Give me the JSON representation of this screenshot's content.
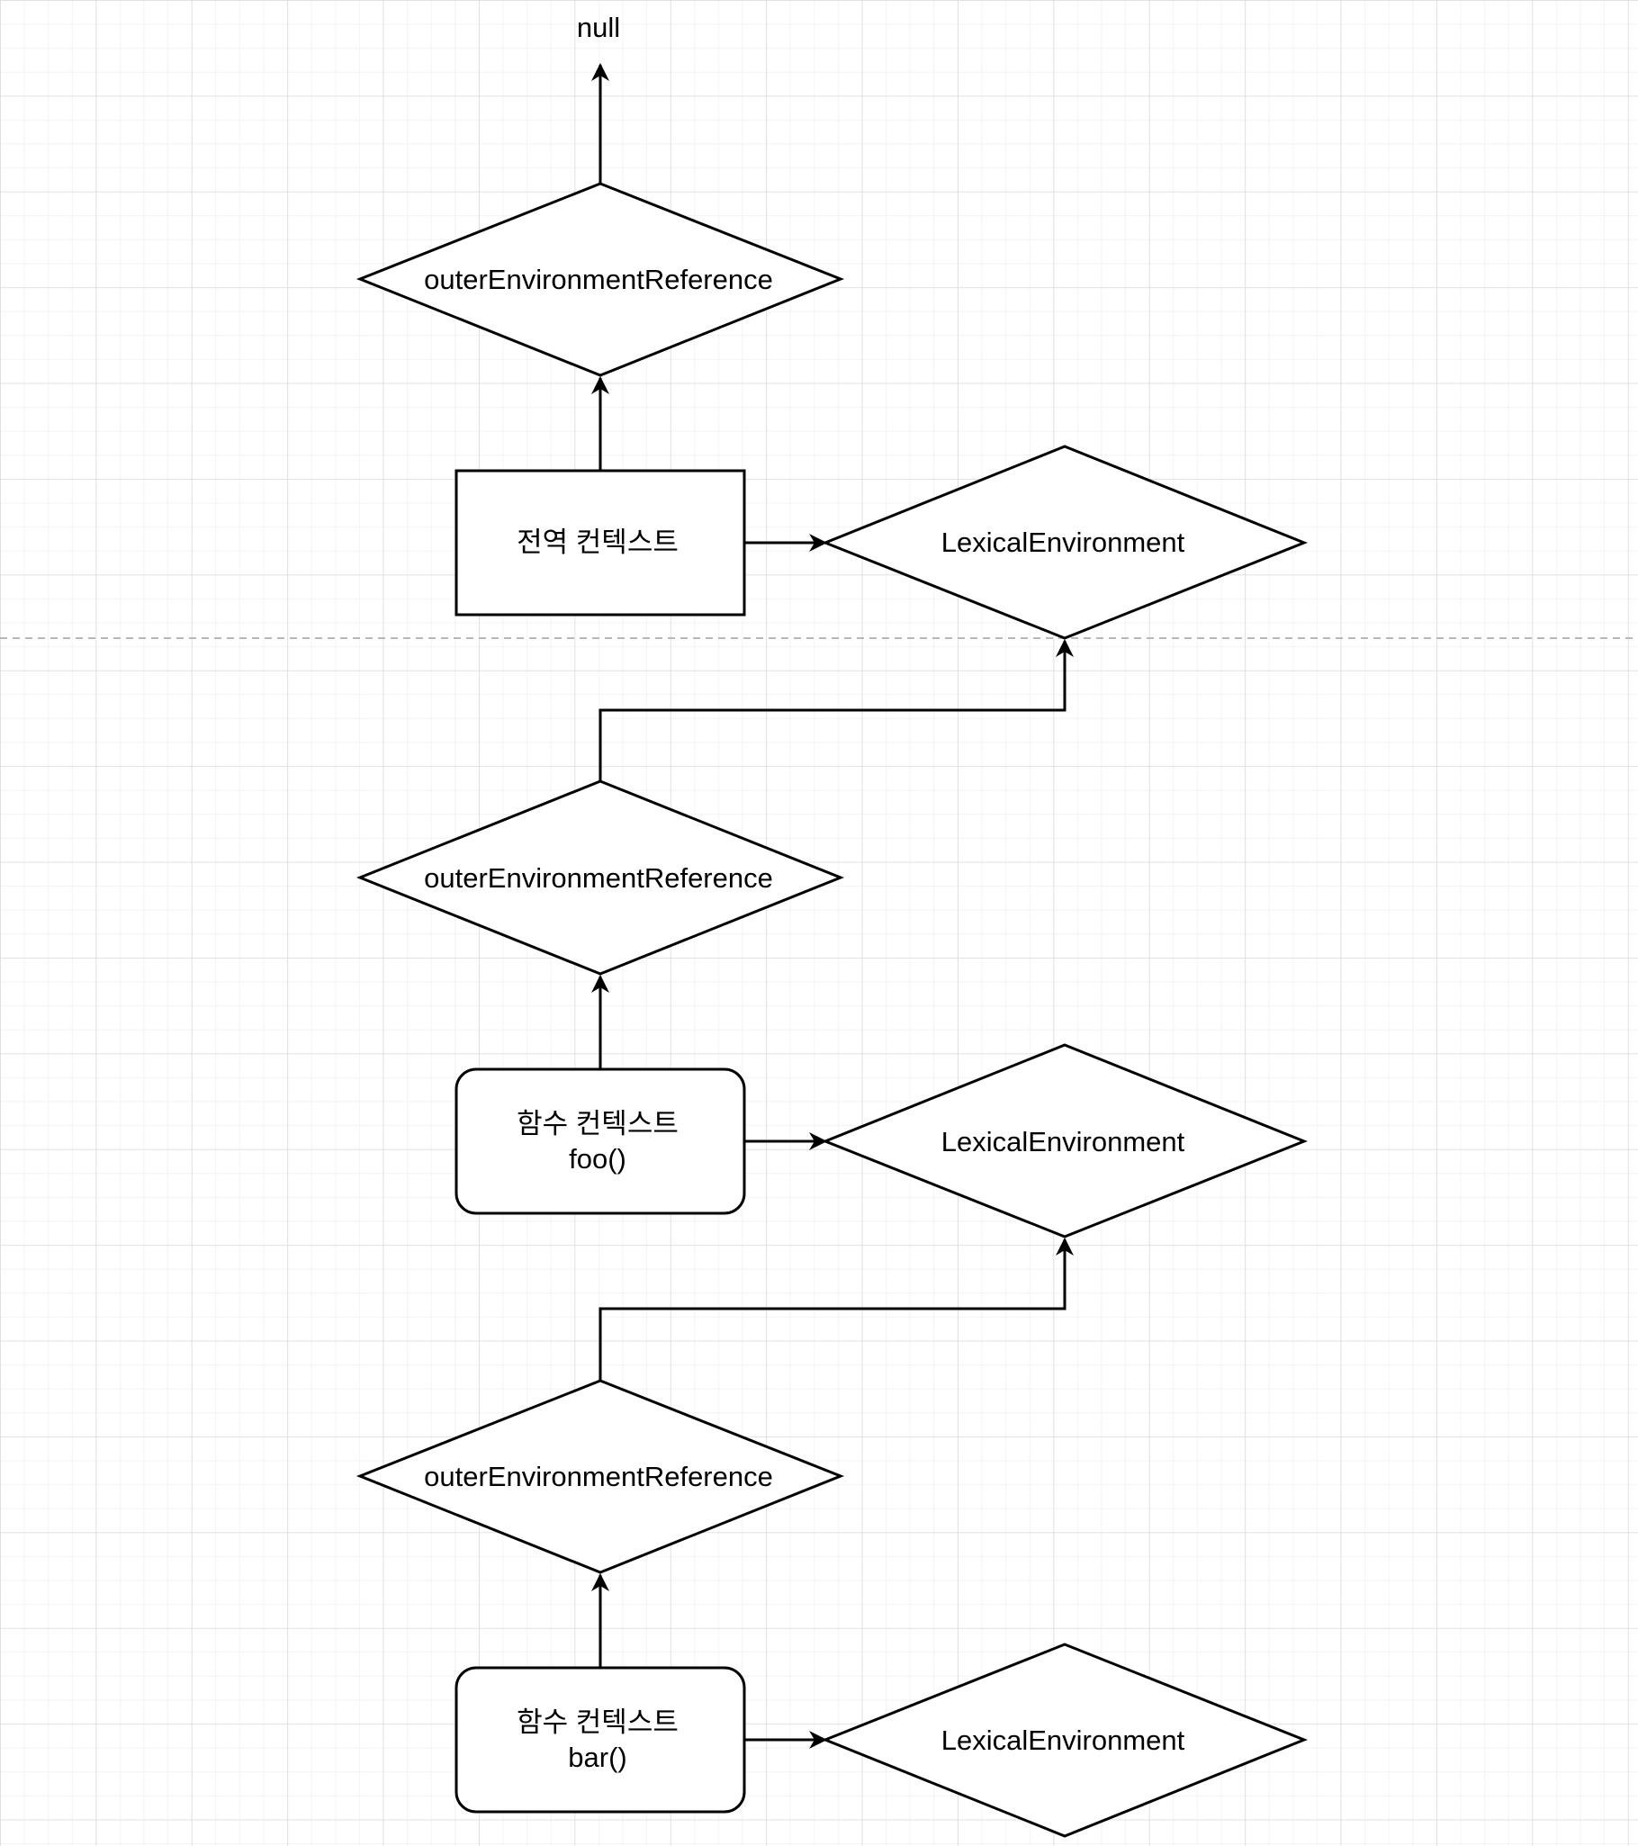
{
  "colors": {
    "background": "#ffffff",
    "grid_minor": "#ececec",
    "grid_major": "#d9d9d9",
    "stroke": "#000000",
    "divider": "#b8b8b8"
  },
  "labels": {
    "null_label": "null",
    "outer_ref_1": "outerEnvironmentReference",
    "outer_ref_2": "outerEnvironmentReference",
    "outer_ref_3": "outerEnvironmentReference",
    "global_context": "전역 컨텍스트",
    "lex_env_1": "LexicalEnvironment",
    "lex_env_2": "LexicalEnvironment",
    "lex_env_3": "LexicalEnvironment",
    "foo_context_line1": "함수 컨텍스트",
    "foo_context_line2": "foo()",
    "bar_context_line1": "함수 컨텍스트",
    "bar_context_line2": "bar()"
  }
}
